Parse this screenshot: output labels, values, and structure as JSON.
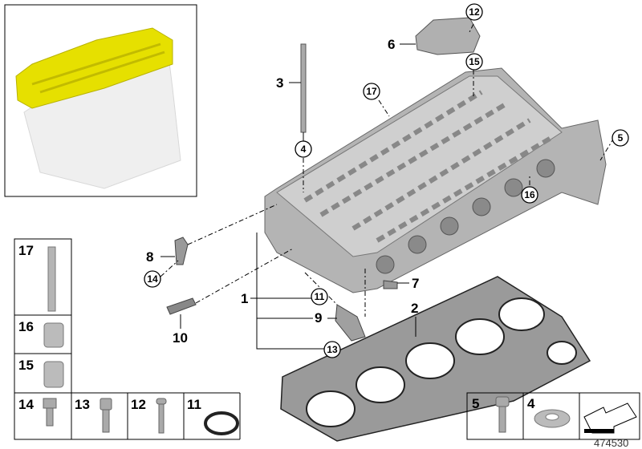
{
  "diagram_number": "474530",
  "callouts": {
    "plain": [
      "1",
      "2",
      "3",
      "6",
      "7",
      "8",
      "9",
      "10"
    ],
    "circled": [
      "4",
      "5",
      "11",
      "12",
      "13",
      "14",
      "15",
      "16",
      "17"
    ]
  },
  "legend_parts": [
    "17",
    "16",
    "15",
    "14",
    "13",
    "12",
    "11",
    "5",
    "4"
  ],
  "colors": {
    "highlight": "#e6e000",
    "part": "#a9a9a9",
    "line": "#000000"
  }
}
